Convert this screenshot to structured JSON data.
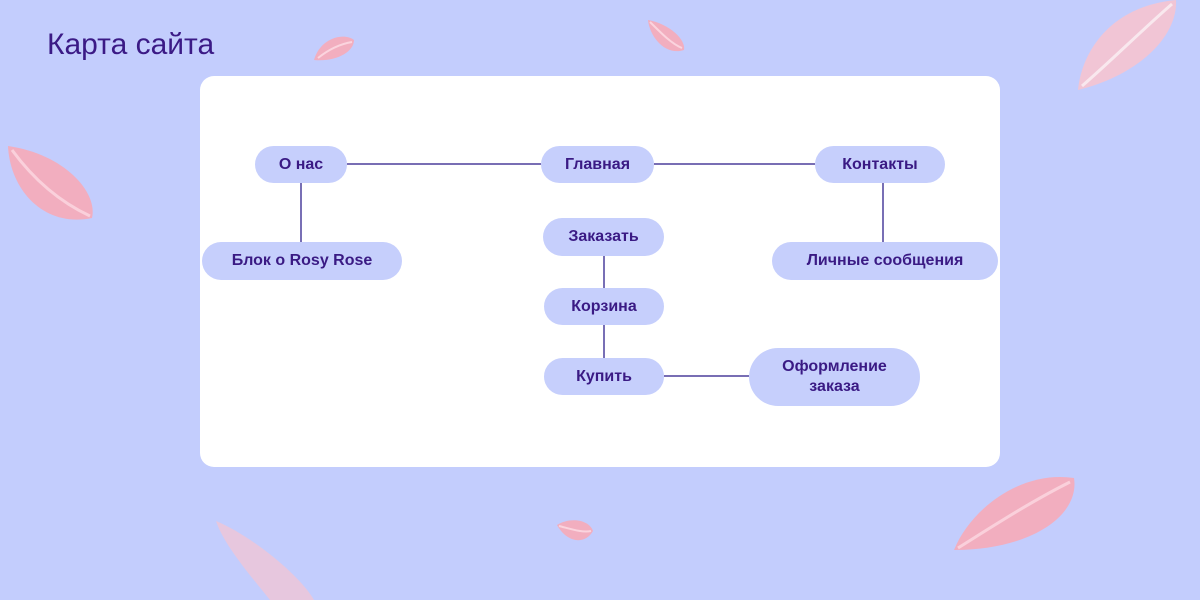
{
  "title": "Карта сайта",
  "colors": {
    "background": "#c3cdfd",
    "node_fill": "#c6cffc",
    "node_text": "#3a1a84",
    "connector": "#4b3f9c",
    "petal": "#f4b6c6"
  },
  "nodes": {
    "home": "Главная",
    "about": "О нас",
    "contacts": "Контакты",
    "rosy_block": "Блок о Rosy Rose",
    "messages": "Личные сообщения",
    "order": "Заказать",
    "cart": "Корзина",
    "buy": "Купить",
    "checkout": "Оформление заказа"
  }
}
